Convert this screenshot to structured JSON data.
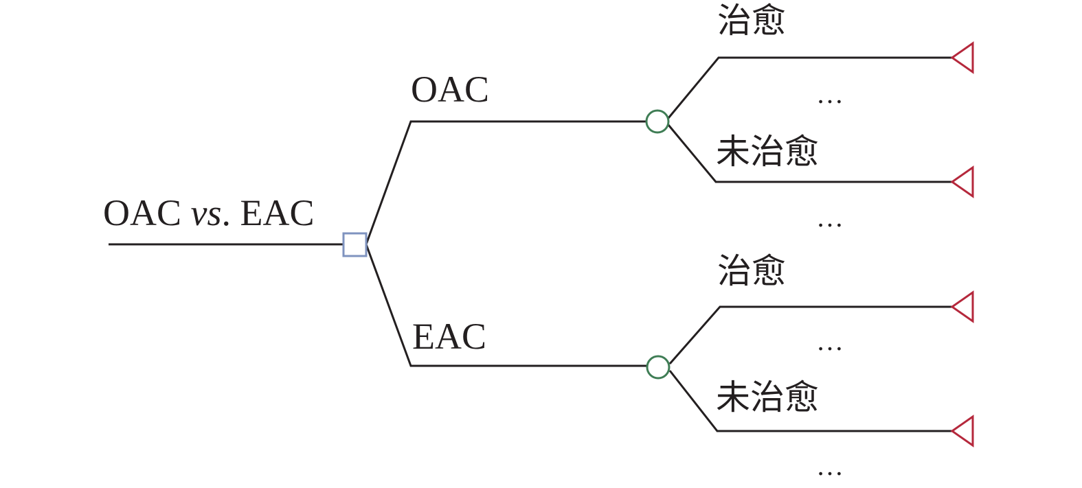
{
  "root": {
    "label_main": "OAC ",
    "label_vs": "vs",
    "label_rest": ". EAC"
  },
  "branches": [
    {
      "label": "OAC",
      "outcomes": [
        {
          "label": "治愈",
          "ellipsis": "…"
        },
        {
          "label": "未治愈",
          "ellipsis": "…"
        }
      ]
    },
    {
      "label": "EAC",
      "outcomes": [
        {
          "label": "治愈",
          "ellipsis": "…"
        },
        {
          "label": "未治愈",
          "ellipsis": "…"
        }
      ]
    }
  ],
  "colors": {
    "line": "#231f20",
    "decision_node": "#7f93bf",
    "chance_node": "#3f7d55",
    "terminal_node": "#b5283c"
  }
}
